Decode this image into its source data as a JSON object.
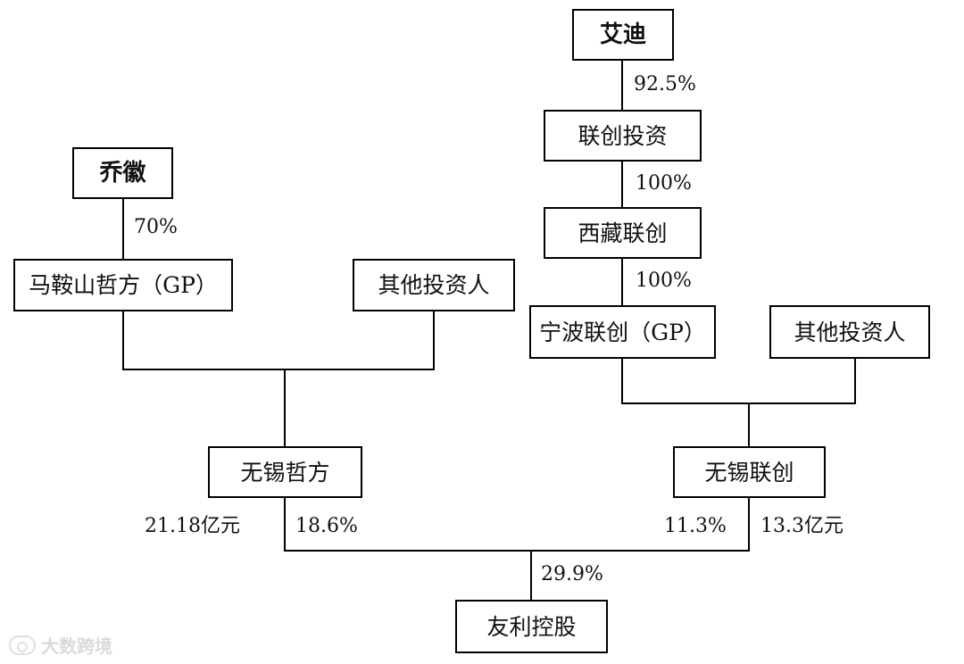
{
  "entities": {
    "aidi": "艾迪",
    "lianchuang_touzi": "联创投资",
    "xizang_lianchuang": "西藏联创",
    "ningbo_lianchuang_gp": "宁波联创（GP）",
    "qita_touziren_right": "其他投资人",
    "wuxi_lianchuang": "无锡联创",
    "qiaohui": "乔徽",
    "maanshan_zhefang_gp": "马鞍山哲方（GP）",
    "qita_touziren_left": "其他投资人",
    "wuxi_zhefang": "无锡哲方",
    "youli_konggu": "友利控股"
  },
  "links": {
    "aidi_to_lianchuang_touzi": "92.5%",
    "lianchuang_touzi_to_xizang": "100%",
    "xizang_to_ningbo": "100%",
    "qiaohui_to_maanshan": "70%",
    "wuxi_zhefang_amount": "21.18亿元",
    "wuxi_zhefang_stake": "18.6%",
    "wuxi_lianchuang_stake": "11.3%",
    "wuxi_lianchuang_amount": "13.3亿元",
    "combined_stake": "29.9%"
  },
  "watermark": "大数跨境"
}
